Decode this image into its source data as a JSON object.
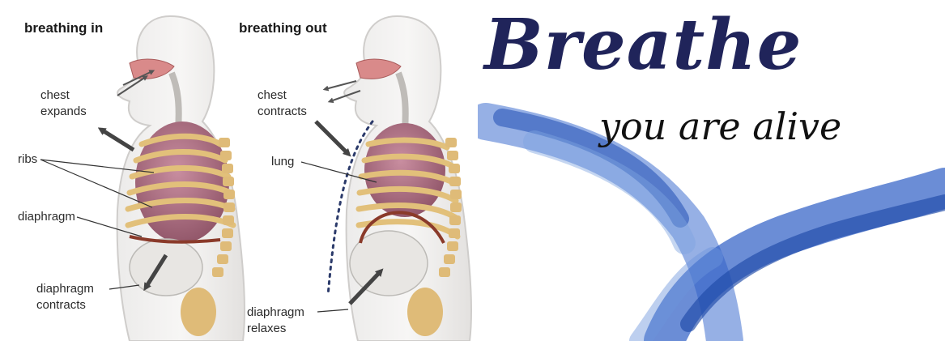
{
  "diagram": {
    "in": {
      "title": "breathing in",
      "labels": {
        "chest_l1": "chest",
        "chest_l2": "expands",
        "ribs": "ribs",
        "diaphragm": "diaphragm",
        "dc_l1": "diaphragm",
        "dc_l2": "contracts"
      }
    },
    "out": {
      "title": "breathing out",
      "labels": {
        "chest_l1": "chest",
        "chest_l2": "contracts",
        "lung": "lung",
        "dr_l1": "diaphragm",
        "dr_l2": "relaxes"
      }
    }
  },
  "poster": {
    "headline": "Breathe",
    "tagline": "you are alive",
    "ink_color": "#20245a",
    "stroke_color": "#3f6fcf"
  }
}
